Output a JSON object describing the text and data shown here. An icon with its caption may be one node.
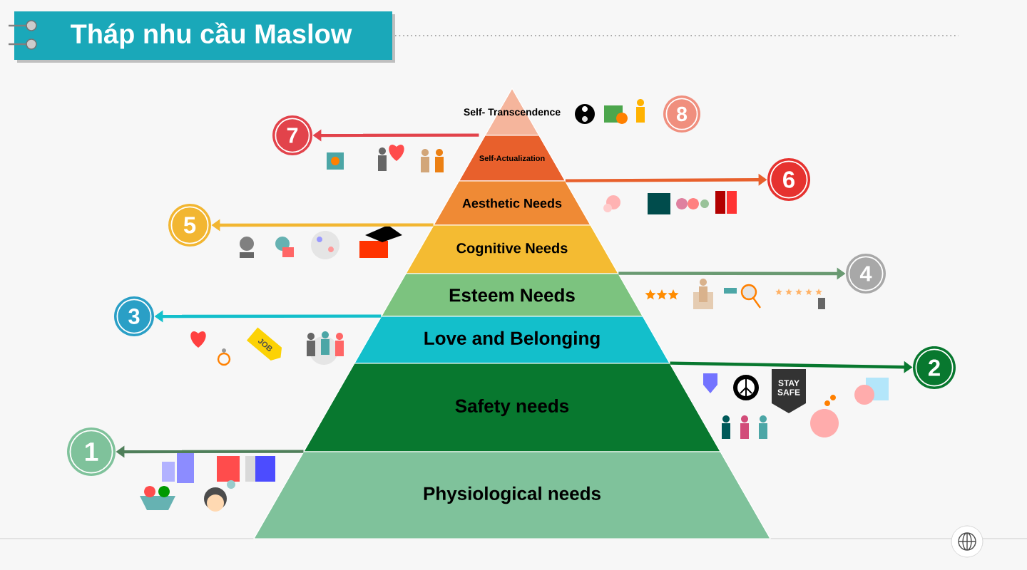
{
  "diagram": {
    "title": "Tháp nhu cầu Maslow",
    "nodes": [
      {
        "text": [
          "Self- Transcendence"
        ]
      },
      {
        "text": [
          "Self-Actualization"
        ]
      },
      {
        "text": [
          "Aesthetic Needs"
        ]
      },
      {
        "text": [
          "Cognitive Needs"
        ]
      },
      {
        "text": [
          "Esteem Needs"
        ]
      },
      {
        "text": [
          "Love and Belonging"
        ]
      },
      {
        "text": [
          "Safety needs"
        ]
      },
      {
        "text": [
          "Physiological needs"
        ]
      },
      {
        "text": [
          "8"
        ]
      },
      {
        "text": [
          "7"
        ]
      },
      {
        "text": [
          "6"
        ]
      },
      {
        "text": [
          "5"
        ]
      },
      {
        "text": [
          "4"
        ]
      },
      {
        "text": [
          "3"
        ]
      },
      {
        "text": [
          "2"
        ]
      },
      {
        "text": [
          "1"
        ]
      }
    ],
    "edges": [
      {
        "from": 1,
        "to": 9,
        "arrow": "to",
        "color": "#e2434b"
      },
      {
        "from": 2,
        "to": 10,
        "arrow": "to",
        "color": "#e8602c"
      },
      {
        "from": 3,
        "to": 11,
        "arrow": "to",
        "color": "#f2b631"
      },
      {
        "from": 4,
        "to": 12,
        "arrow": "to",
        "color": "#6a9a72"
      },
      {
        "from": 5,
        "to": 13,
        "arrow": "to",
        "color": "#13bfcb"
      },
      {
        "from": 6,
        "to": 14,
        "arrow": "to",
        "color": "#08782f"
      },
      {
        "from": 7,
        "to": 15,
        "arrow": "to",
        "color": "#4f7f5a"
      }
    ],
    "labels": [
      "STAY SAFE",
      "JOB"
    ]
  }
}
